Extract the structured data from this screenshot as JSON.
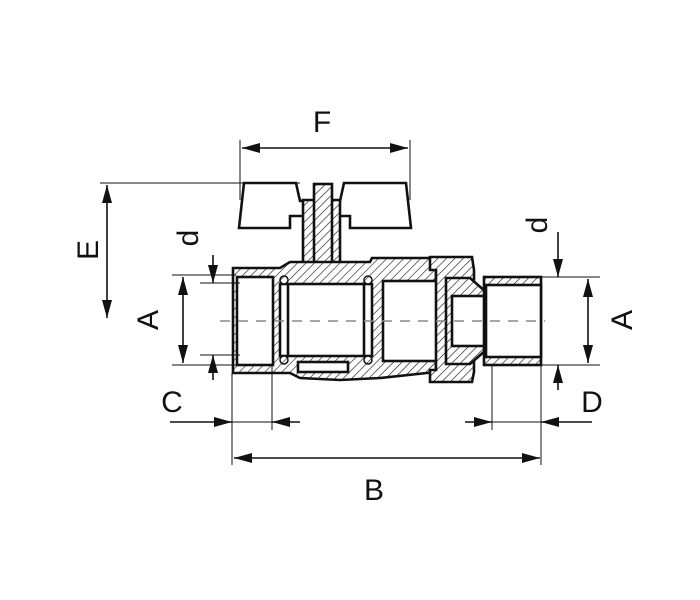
{
  "drawing": {
    "title": "Ball valve with union – dimension drawing",
    "labels": {
      "F": "F",
      "E": "E",
      "d_left": "d",
      "A_left": "A",
      "C": "C",
      "B": "B",
      "D": "D",
      "d_right": "d",
      "A_right": "A"
    },
    "colors": {
      "line": "#111111",
      "background": "#ffffff",
      "centerline": "#888888"
    }
  }
}
